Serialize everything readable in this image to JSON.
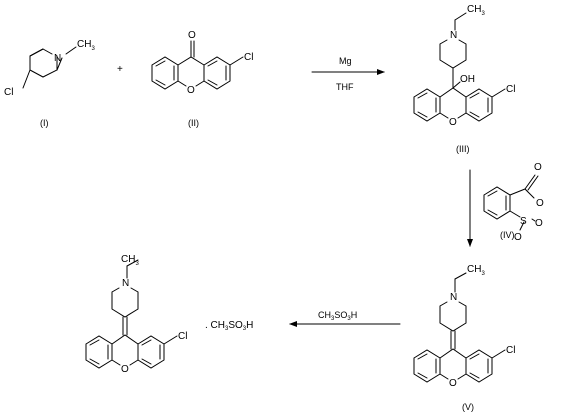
{
  "compounds": {
    "I": {
      "label": "(I)",
      "atoms": {
        "cl": "Cl",
        "n": "N",
        "me": "CH",
        "me_sub": "3"
      }
    },
    "II": {
      "label": "(II)",
      "atoms": {
        "o_keto": "O",
        "o_ring": "O",
        "cl": "Cl"
      }
    },
    "III": {
      "label": "(III)",
      "atoms": {
        "n": "N",
        "me": "CH",
        "me_sub": "3",
        "oh": "OH",
        "o_ring": "O",
        "cl": "Cl"
      }
    },
    "IV": {
      "label": "(IV)",
      "atoms": {
        "o_keto": "O",
        "o_ring": "O",
        "s": "S",
        "o_s1": "O",
        "o_s2": "O"
      }
    },
    "V": {
      "label": "(V)",
      "atoms": {
        "n": "N",
        "me": "CH",
        "me_sub": "3",
        "o_ring": "O",
        "cl": "Cl"
      }
    },
    "product": {
      "atoms": {
        "n": "N",
        "me": "CH",
        "me_sub": "3",
        "o_ring": "O",
        "cl": "Cl"
      }
    }
  },
  "plus_sign": "+",
  "arrows": {
    "step1": {
      "reagent_top": "Mg",
      "reagent_bottom": "THF"
    },
    "step3": {
      "reagent_main": "CH",
      "reagent_sub": "3",
      "reagent_mid": "SO",
      "reagent_sub2": "3",
      "reagent_end": "H"
    }
  },
  "salt": {
    "prefix": ". CH",
    "sub1": "3",
    "mid": "SO",
    "sub2": "3",
    "end": "H"
  }
}
